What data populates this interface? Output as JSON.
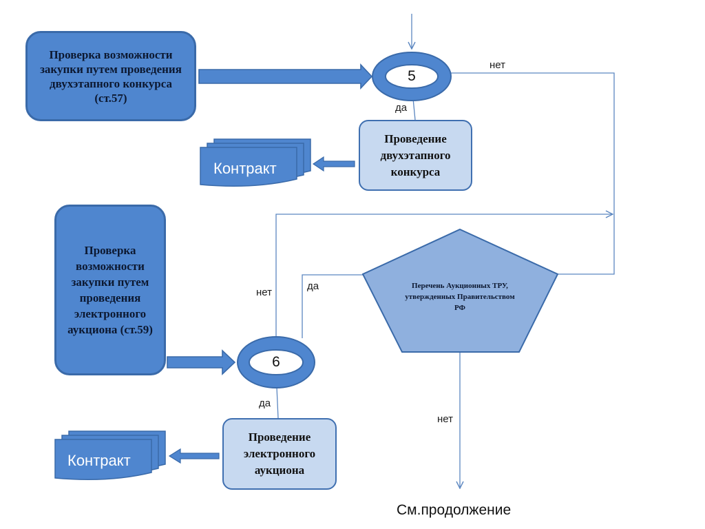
{
  "boxes": {
    "check_two_stage": "Проверка возможности закупки  путем проведения двухэтапного конкурса (ст.57)",
    "hold_two_stage": "Проведение двухэтапного конкурса",
    "check_auction": "Проверка возможности закупки путем проведения электронного аукциона (ст.59)",
    "hold_auction": "Проведение электронного аукциона",
    "auction_list": "Перечень Аукционных ТРУ, утвержденных Правительством РФ"
  },
  "decisions": {
    "node5": "5",
    "node6": "6"
  },
  "documents": {
    "contract_top": "Контракт",
    "contract_bottom": "Контракт"
  },
  "labels": {
    "no_top": "нет",
    "yes_5": "да",
    "no_left": "нет",
    "yes_pentagon": "да",
    "yes_6": "да",
    "no_bottom": "нет"
  },
  "footer": "См.продолжение",
  "colors": {
    "dark_fill": "#4f86cf",
    "light_fill": "#c7d9f0",
    "line": "#5b86c0",
    "stroke": "#3a6aa9"
  }
}
